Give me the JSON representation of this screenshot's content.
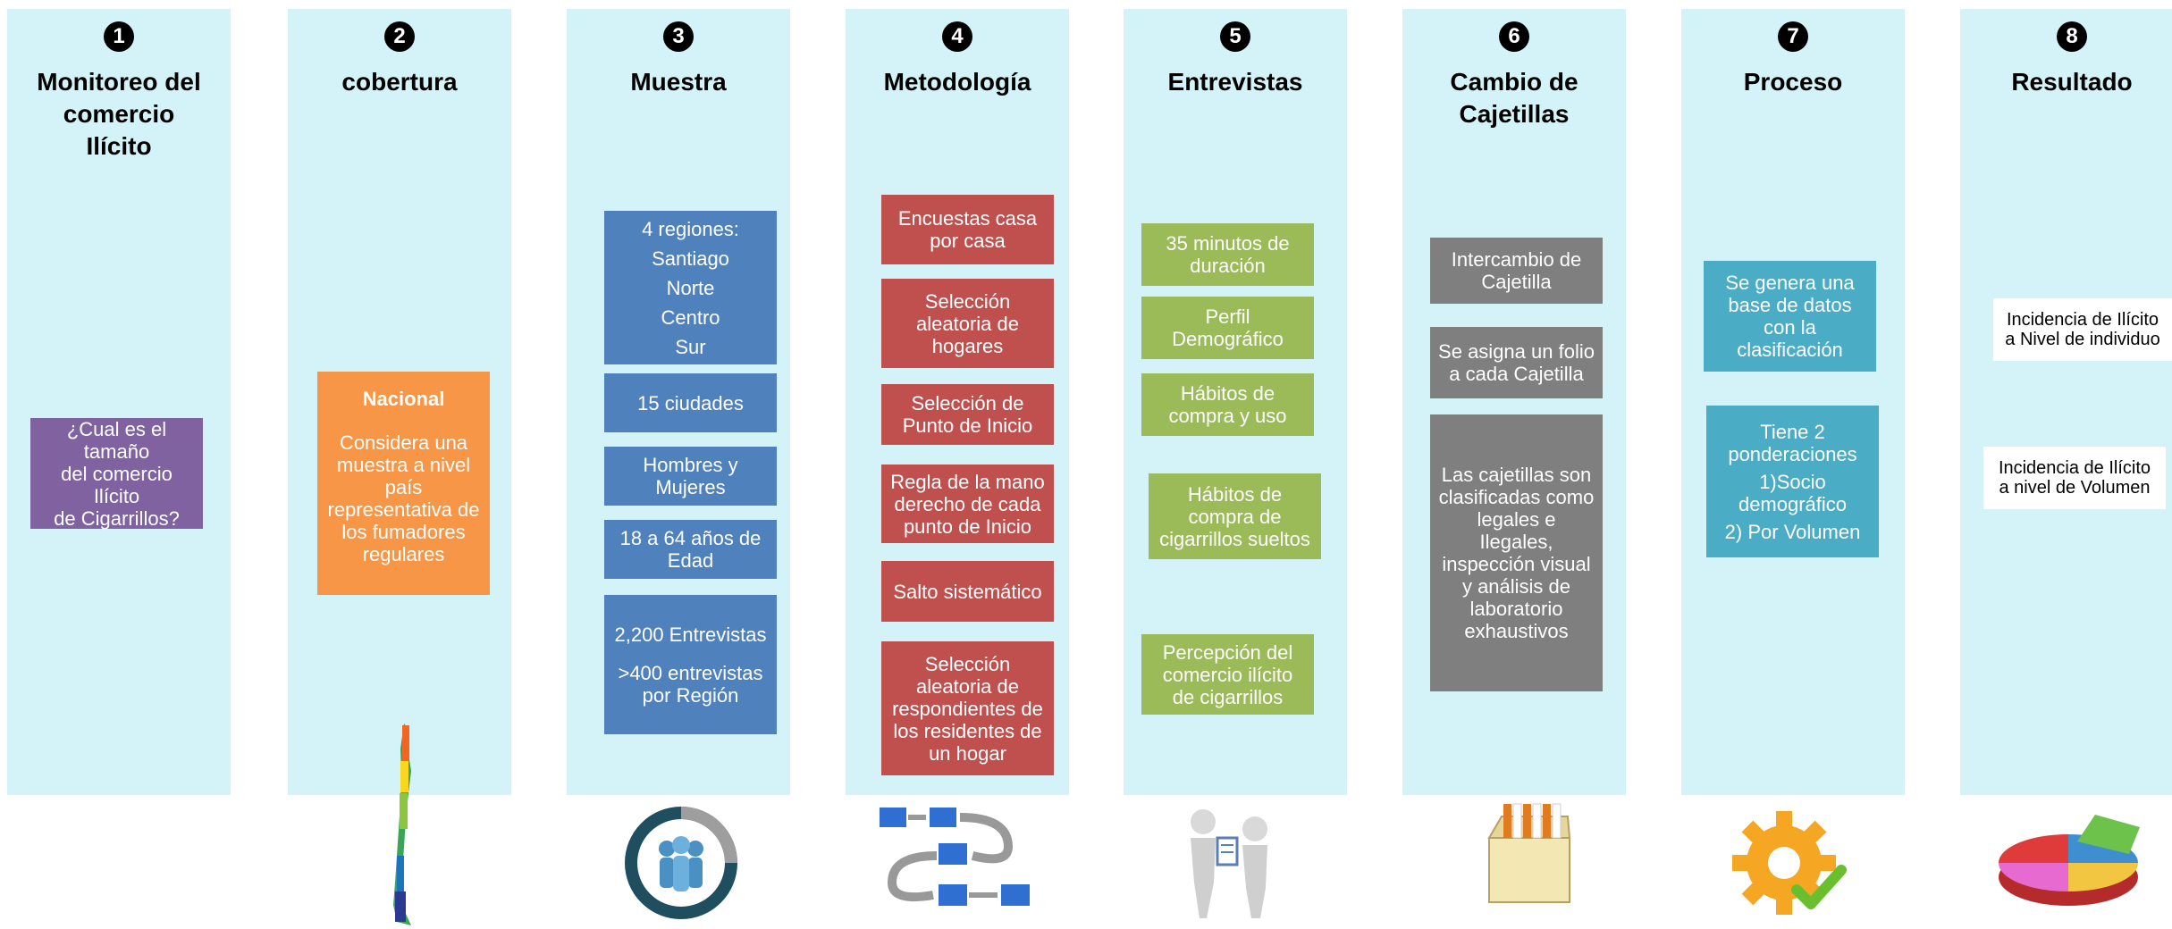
{
  "steps": [
    {
      "num": "1",
      "title": "Monitoreo del\ncomercio\nIlícito"
    },
    {
      "num": "2",
      "title": "cobertura"
    },
    {
      "num": "3",
      "title": "Muestra"
    },
    {
      "num": "4",
      "title": "Metodología"
    },
    {
      "num": "5",
      "title": "Entrevistas"
    },
    {
      "num": "6",
      "title": "Cambio de\nCajetillas"
    },
    {
      "num": "7",
      "title": "Proceso"
    },
    {
      "num": "8",
      "title": "Resultado"
    }
  ],
  "col1": {
    "question": "¿Cual es el tamaño\ndel comercio Ilícito\nde Cigarrillos?"
  },
  "col2": {
    "heading": "Nacional",
    "body": "Considera una\nmuestra a nivel\npaís\nrepresentativa de\nlos fumadores\nregulares"
  },
  "col3": {
    "regions": "4 regiones:\nSantiago\nNorte\nCentro\nSur",
    "cities": "15 ciudades",
    "gender": "Hombres y\nMujeres",
    "age": "18 a 64 años de\nEdad",
    "interviews": "2,200 Entrevistas",
    "per_region": ">400 entrevistas\npor Región"
  },
  "col4": [
    "Encuestas casa\npor casa",
    "Selección\naleatoria de\nhogares",
    "Selección de\nPunto de Inicio",
    "Regla de la mano\nderecho de cada\npunto de Inicio",
    "Salto sistemático",
    "Selección\naleatoria de\nrespondientes de\nlos residentes de\nun hogar"
  ],
  "col5": [
    "35 minutos de\nduración",
    "Perfil\nDemográfico",
    "Hábitos de\ncompra y uso",
    "Hábitos de\ncompra de\ncigarrillos sueltos",
    "Percepción del\ncomercio ilícito\nde cigarrillos"
  ],
  "col6": [
    "Intercambio de\nCajetilla",
    "Se asigna un folio\na cada Cajetilla",
    "Las cajetillas son\nclasificadas como\nlegales e\nIlegales,\ninspección visual\ny análisis de\nlaboratorio\nexhaustivos"
  ],
  "col7": {
    "database": "Se genera una\nbase de datos\ncon la\nclasificación",
    "weights_title": "Tiene 2\nponderaciones",
    "weight1": "1)Socio\ndemográfico",
    "weight2": "2) Por Volumen"
  },
  "col8": [
    "Incidencia de Ilícito\na Nivel de individuo",
    "Incidencia de Ilícito\na nivel de Volumen"
  ],
  "icons": [
    "chile-map-icon",
    "people-ring-icon",
    "process-flow-icon",
    "interview-figures-icon",
    "cigarette-pack-icon",
    "gear-check-icon",
    "pie-chart-3d-icon"
  ],
  "colors": {
    "column_bg": "#d3f3f8",
    "purple": "#8062a1",
    "orange": "#f79646",
    "blue": "#4f81bd",
    "red": "#c0504d",
    "green": "#9bbb59",
    "gray": "#7f7f7f",
    "teal": "#4bacc6"
  }
}
